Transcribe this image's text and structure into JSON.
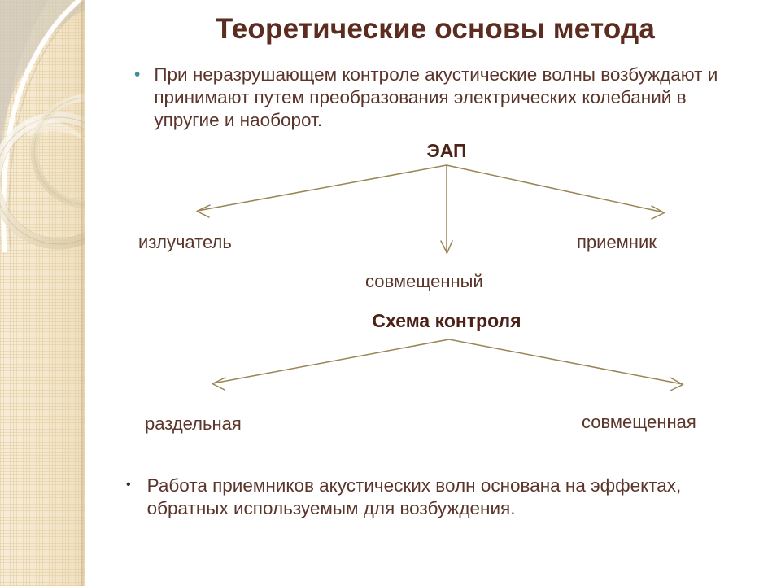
{
  "slide": {
    "title": "Теоретические основы метода",
    "accent_color": "#5c2c20",
    "body_text_color": "#5b342a",
    "arrow_color": "#9a8454",
    "band_color": "#f4e7cc"
  },
  "bullets": [
    {
      "marker": "bullet-dot-teal",
      "marker_color": "#3e8e9b",
      "text": "При неразрушающем контроле акустические волны возбуждают и принимают путем преобразования электрических колебаний в упругие и наоборот."
    },
    {
      "marker": "bullet-dot-dark",
      "marker_color": "#3a2a22",
      "text": " Работа приемников акустических волн основана на эффектах, обратных используемым для возбуждения."
    }
  ],
  "diagrams": [
    {
      "heading": "ЭАП",
      "nodes": {
        "left": "излучатель",
        "center": "совмещенный",
        "right": "приемник"
      }
    },
    {
      "heading": "Схема контроля",
      "nodes": {
        "left": "раздельная",
        "right": "совмещенная"
      }
    }
  ],
  "icons": {
    "bullet_dot": "•"
  }
}
